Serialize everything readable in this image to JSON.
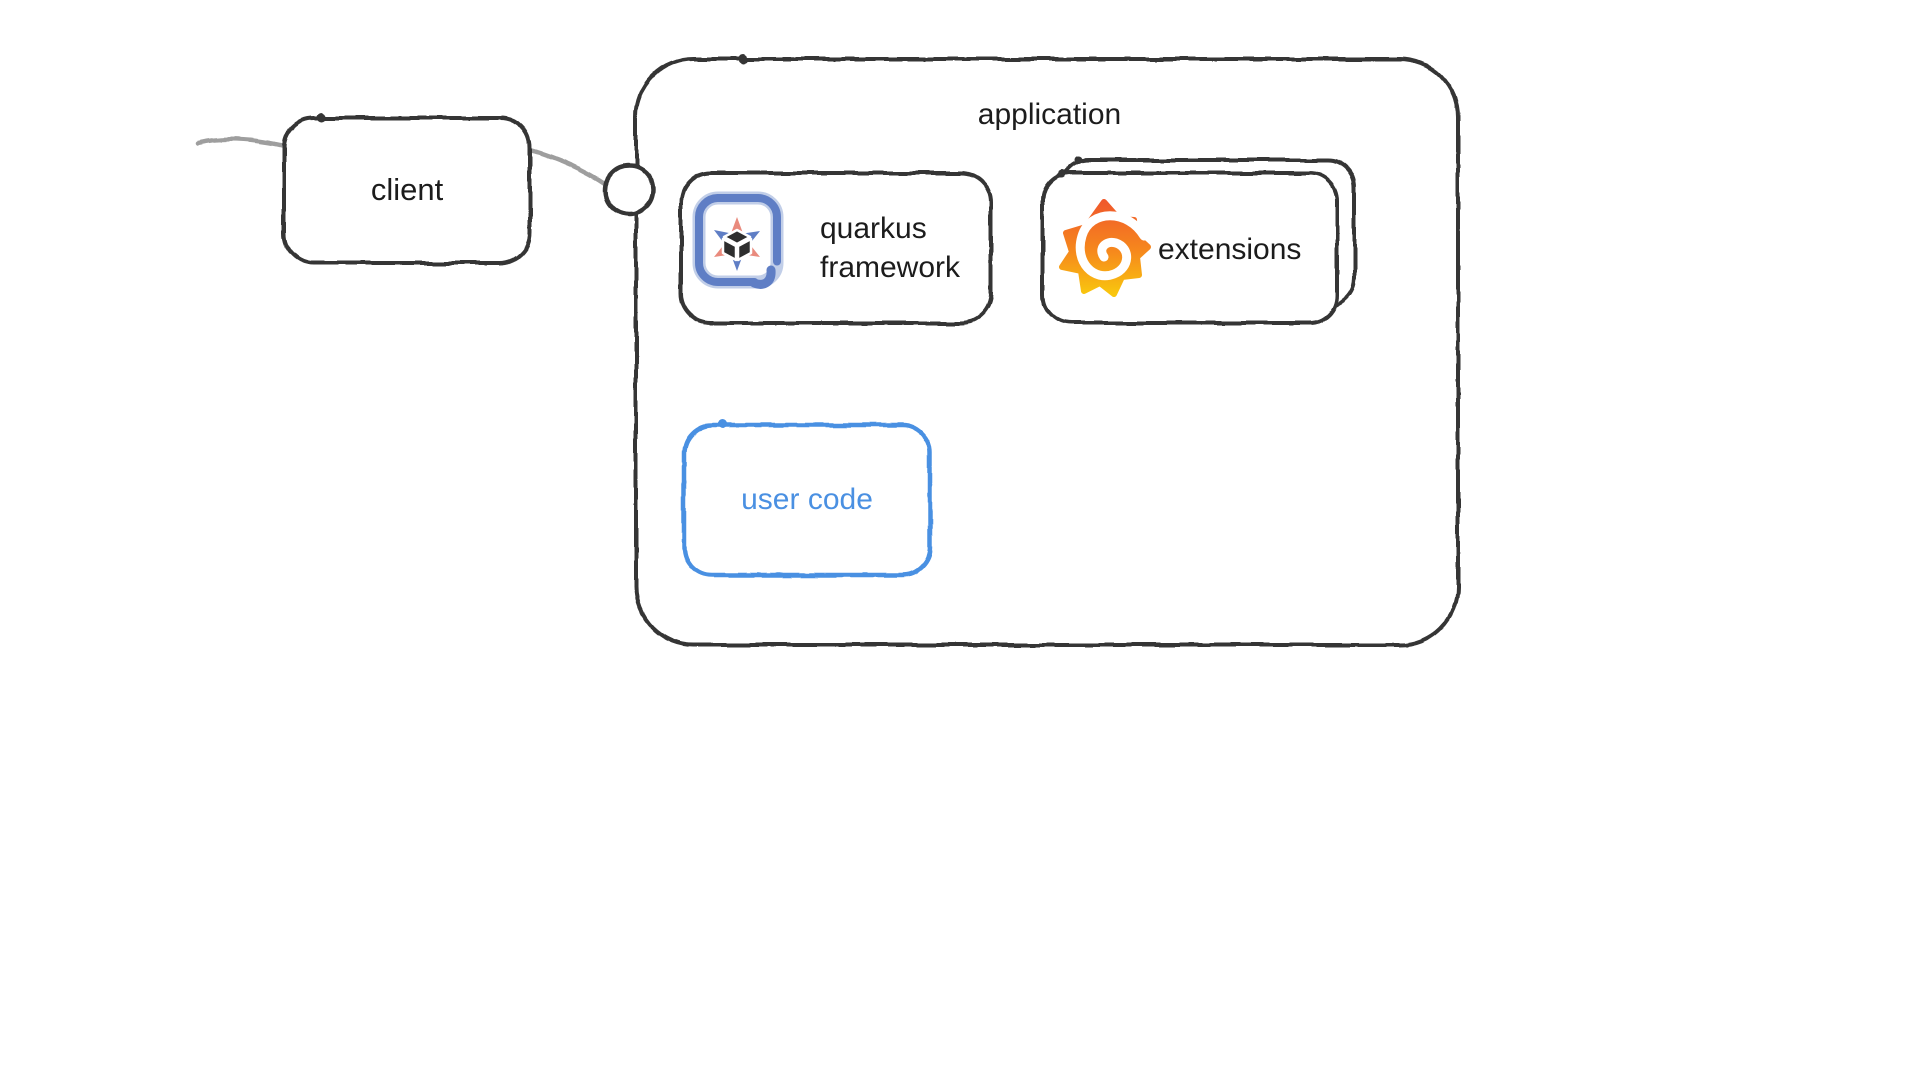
{
  "diagram": {
    "canvas_background": "#ffffff",
    "outline_color": "#343434",
    "connector_color": "#9e9e9e",
    "accent_blue": "#4a90e2",
    "nodes": {
      "client": {
        "label": "client"
      },
      "application": {
        "label": "application"
      },
      "quarkus": {
        "label_line1": "quarkus",
        "label_line2": "framework",
        "icon": "quarkus-logo-icon"
      },
      "extensions": {
        "label": "extensions",
        "icon": "grafana-logo-icon",
        "stacked_cards": 2
      },
      "user_code": {
        "label": "user code",
        "color": "#4a90e2"
      }
    },
    "icons": {
      "quarkus_logo": {
        "blue": "#5f7ec5",
        "light_blue": "#8ea5d6",
        "red": "#e98a7d",
        "dark": "#2e2e2e"
      },
      "grafana_logo": {
        "orange": "#f05a28",
        "yellow": "#fbca0a",
        "spiral": "#ffffff"
      }
    }
  }
}
